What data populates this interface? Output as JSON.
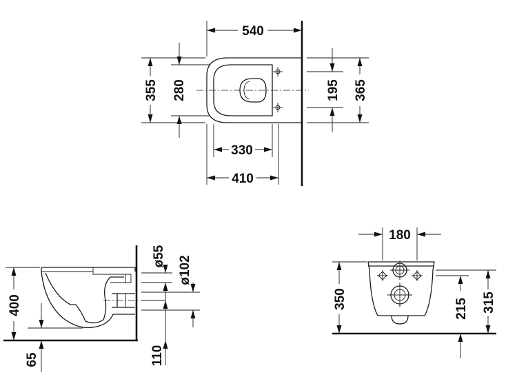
{
  "top_view": {
    "width_total": "540",
    "depth_outer": "355",
    "depth_inner": "280",
    "bolt_spacing": "195",
    "depth_right": "365",
    "inner_length": "330",
    "outer_length": "410"
  },
  "side_view": {
    "height": "400",
    "floor_offset": "65",
    "pipe_small": "ø55",
    "pipe_large": "ø102",
    "pipe_height": "110"
  },
  "rear_view": {
    "hole_spacing": "180",
    "height_left": "350",
    "height_mid": "215",
    "height_right": "315"
  }
}
